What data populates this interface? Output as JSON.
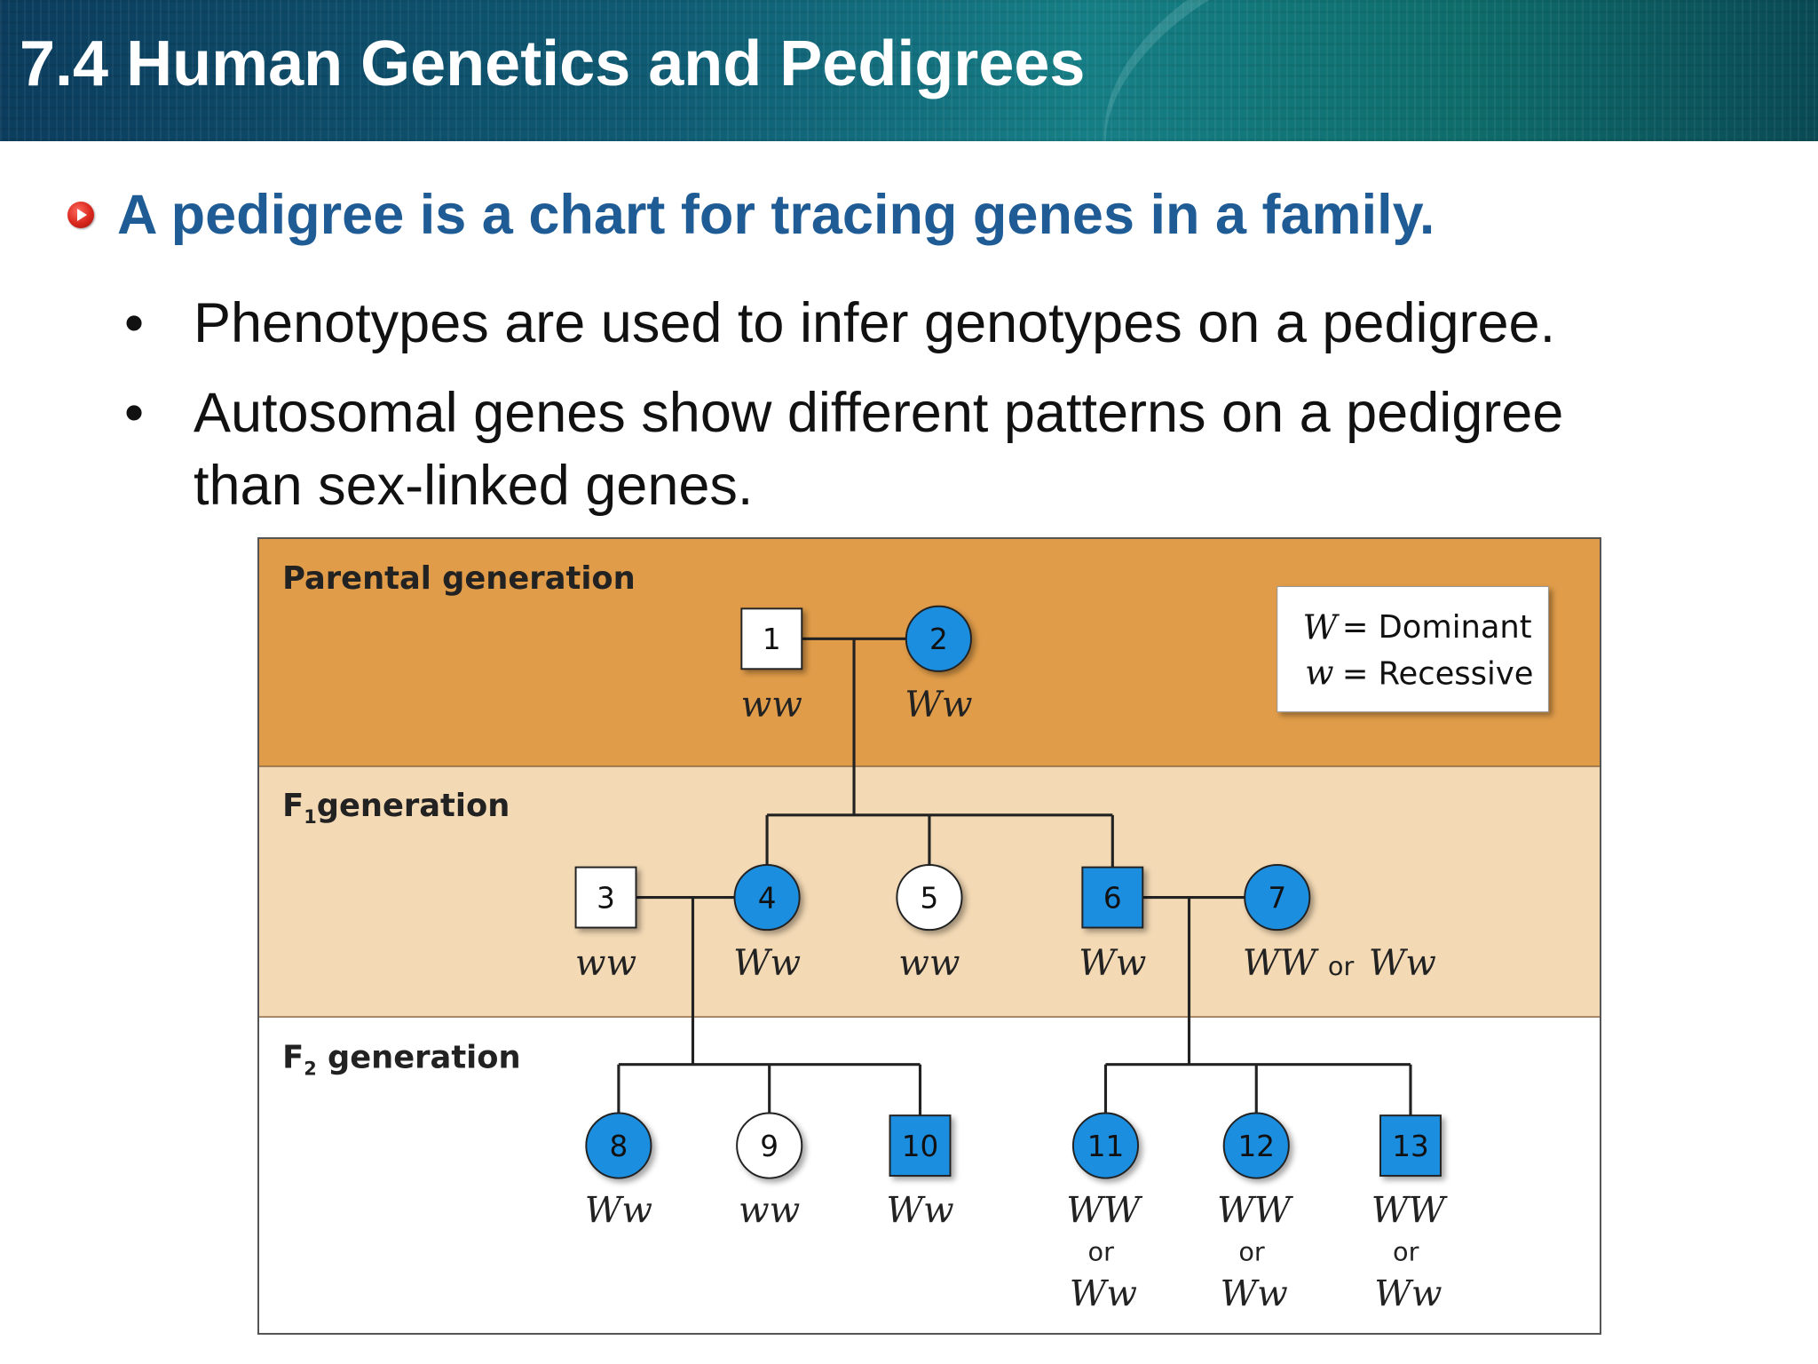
{
  "slide": {
    "title": "7.4 Human Genetics and Pedigrees",
    "main_point": "A pedigree is a chart for tracing genes in a family.",
    "bullets": [
      {
        "line1": "Phenotypes are used to infer genotypes on a pedigree.",
        "line2": ""
      },
      {
        "line1": "Autosomal genes show different patterns on a pedigree",
        "line2": "than sex-linked genes."
      }
    ],
    "bullet_symbol": "•"
  },
  "pedigree": {
    "generations": {
      "parental": "Parental generation",
      "f1": {
        "prefix": "F",
        "sub": "1",
        "rest": "generation"
      },
      "f2": {
        "prefix": "F",
        "sub": "2",
        "rest": " generation"
      }
    },
    "legend": {
      "dominant_symbol": "W",
      "dominant_text": "= Dominant",
      "recessive_symbol": "w",
      "recessive_text": "= Recessive"
    },
    "colors": {
      "parental_band": "#e09c49",
      "f1_band": "#f3d9b4",
      "f2_band": "#ffffff",
      "affected": "#1a8ee0",
      "unaffected": "#ffffff",
      "line": "#222222"
    },
    "or_word": "or",
    "individuals": [
      {
        "id": "1",
        "shape": "square",
        "filled": false,
        "genotype": "ww"
      },
      {
        "id": "2",
        "shape": "circle",
        "filled": true,
        "genotype": "Ww"
      },
      {
        "id": "3",
        "shape": "square",
        "filled": false,
        "genotype": "ww"
      },
      {
        "id": "4",
        "shape": "circle",
        "filled": true,
        "genotype": "Ww"
      },
      {
        "id": "5",
        "shape": "circle",
        "filled": false,
        "genotype": "ww"
      },
      {
        "id": "6",
        "shape": "square",
        "filled": true,
        "genotype": "Ww"
      },
      {
        "id": "7",
        "shape": "circle",
        "filled": true,
        "genotype": "WW or Ww",
        "genotype_a": "WW",
        "genotype_b": "Ww"
      },
      {
        "id": "8",
        "shape": "circle",
        "filled": true,
        "genotype": "Ww"
      },
      {
        "id": "9",
        "shape": "circle",
        "filled": false,
        "genotype": "ww"
      },
      {
        "id": "10",
        "shape": "square",
        "filled": true,
        "genotype": "Ww"
      },
      {
        "id": "11",
        "shape": "circle",
        "filled": true,
        "genotype": "WW or Ww",
        "genotype_a": "WW",
        "genotype_b": "Ww"
      },
      {
        "id": "12",
        "shape": "circle",
        "filled": true,
        "genotype": "WW or Ww",
        "genotype_a": "WW",
        "genotype_b": "Ww"
      },
      {
        "id": "13",
        "shape": "square",
        "filled": true,
        "genotype": "WW or Ww",
        "genotype_a": "WW",
        "genotype_b": "Ww"
      }
    ],
    "matings": [
      {
        "partners": [
          "1",
          "2"
        ],
        "children": [
          "4",
          "5",
          "6"
        ]
      },
      {
        "partners": [
          "3",
          "4"
        ],
        "children": [
          "8",
          "9",
          "10"
        ]
      },
      {
        "partners": [
          "6",
          "7"
        ],
        "children": [
          "11",
          "12",
          "13"
        ]
      }
    ]
  }
}
